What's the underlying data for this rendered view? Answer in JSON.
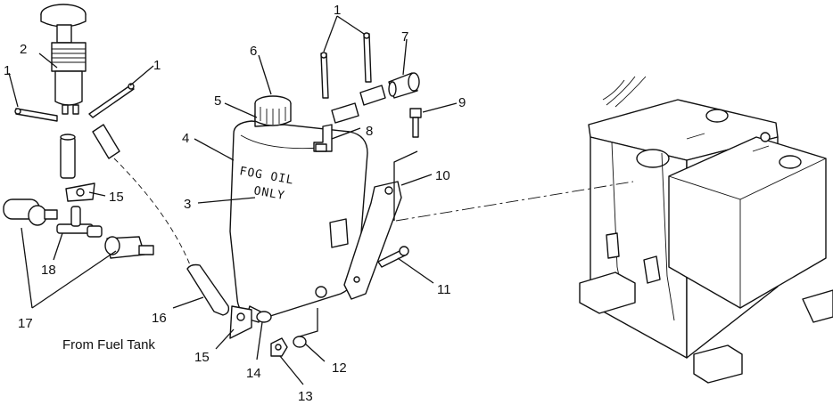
{
  "callouts": {
    "c1": "1",
    "c2": "2",
    "c3": "3",
    "c4": "4",
    "c5": "5",
    "c6": "6",
    "c7": "7",
    "c8": "8",
    "c9": "9",
    "c10": "10",
    "c11": "11",
    "c12": "12",
    "c13": "13",
    "c14": "14",
    "c15": "15",
    "c16": "16",
    "c17": "17",
    "c18": "18"
  },
  "tank_label": {
    "line1": "FOG OIL",
    "line2": "ONLY"
  },
  "caption": "From Fuel Tank"
}
